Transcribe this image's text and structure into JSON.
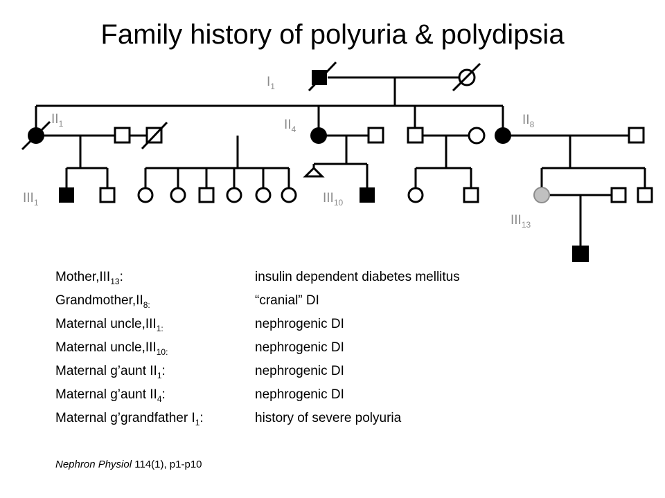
{
  "title": "Family history of polyuria & polydipsia",
  "colors": {
    "affected": "#000000",
    "carrier": "#c0c0c0",
    "label": "#8c8c8c"
  },
  "labels": {
    "i1": {
      "base": "I",
      "sub": "1"
    },
    "ii1": {
      "base": "II",
      "sub": "1"
    },
    "ii4": {
      "base": "II",
      "sub": "4"
    },
    "ii8": {
      "base": "II",
      "sub": "8"
    },
    "iii1": {
      "base": "III",
      "sub": "1"
    },
    "iii10": {
      "base": "III",
      "sub": "10"
    },
    "iii13": {
      "base": "III",
      "sub": "13"
    }
  },
  "legend": [
    {
      "who": "Mother,III",
      "sub": "13",
      "suffix": ":",
      "what": "insulin dependent diabetes mellitus"
    },
    {
      "who": "Grandmother,II",
      "sub": "8:",
      "suffix": "",
      "what": "“cranial” DI"
    },
    {
      "who": "Maternal uncle,III",
      "sub": "1:",
      "suffix": "",
      "what": "nephrogenic DI"
    },
    {
      "who": "Maternal uncle,III",
      "sub": "10:",
      "suffix": "",
      "what": "nephrogenic DI"
    },
    {
      "who": "Maternal g’aunt II",
      "sub": "1",
      "suffix": ":",
      "what": "nephrogenic DI"
    },
    {
      "who": "Maternal g’aunt II",
      "sub": "4",
      "suffix": ":",
      "what": "nephrogenic DI"
    },
    {
      "who": "Maternal g’grandfather I",
      "sub": "1",
      "suffix": ":",
      "what": "history of severe polyuria"
    }
  ],
  "citation": {
    "journal": "Nephron Physiol",
    "rest": " 114(1), p1-p10"
  }
}
